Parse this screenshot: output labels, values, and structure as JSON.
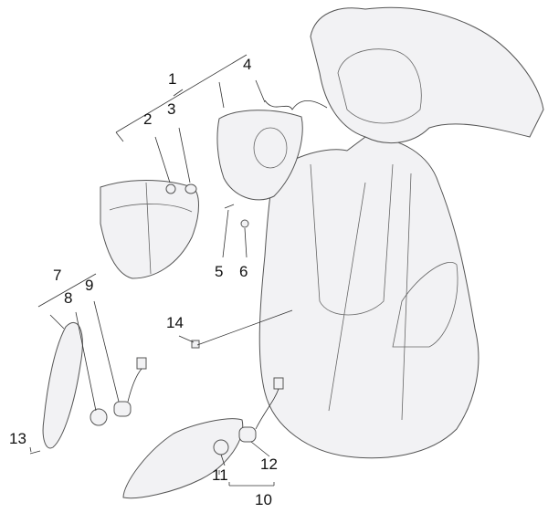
{
  "diagram": {
    "type": "exploded-parts-diagram",
    "callouts": [
      "1",
      "2",
      "3",
      "4",
      "5",
      "6",
      "7",
      "8",
      "9",
      "10",
      "11",
      "12",
      "13",
      "14"
    ]
  }
}
